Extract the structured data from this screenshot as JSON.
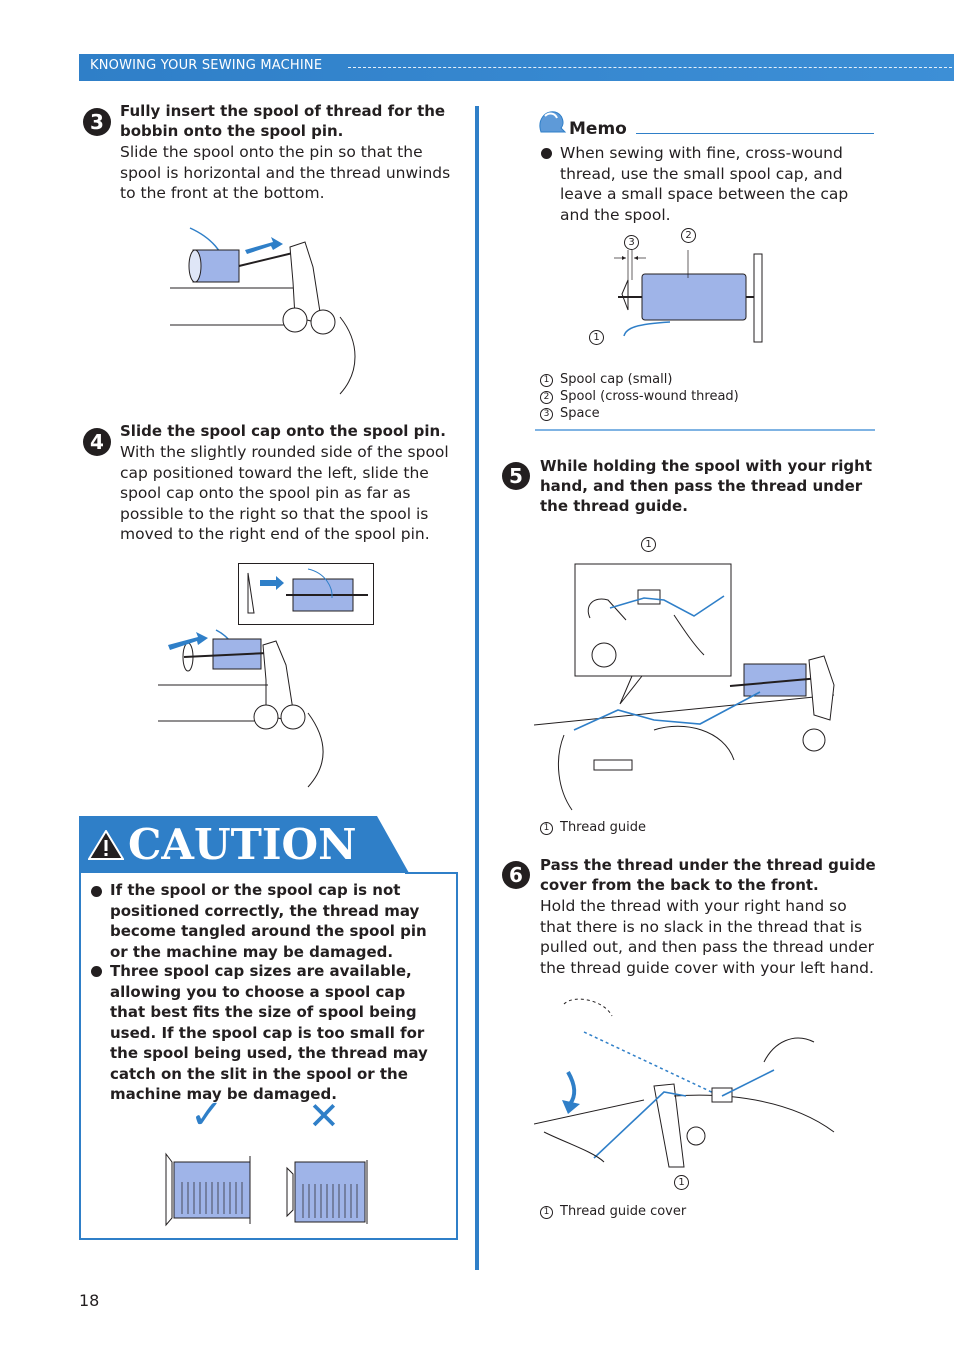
{
  "header": {
    "section": "KNOWING YOUR SEWING MACHINE"
  },
  "steps": [
    {
      "number": "3",
      "title": "Fully insert the spool of thread for the bobbin onto the spool pin.",
      "body": "Slide the spool onto the pin so that the spool is horizontal and the thread unwinds to the front at the bottom."
    },
    {
      "number": "4",
      "title": "Slide the spool cap onto the spool pin.",
      "body": "With the slightly rounded side of the spool cap positioned toward the left, slide the spool cap onto the spool pin as far as possible to the right so that the spool is moved to the right end of the spool pin."
    },
    {
      "number": "5",
      "title": "While holding the spool with your right hand, and then pass the thread under the thread guide."
    },
    {
      "number": "6",
      "title": "Pass the thread under the thread guide cover from the back to the front.",
      "body": "Hold the thread with your right hand so that there is no slack in the thread that is pulled out, and then pass the thread under the thread guide cover with your left hand."
    }
  ],
  "caution": {
    "title": "CAUTION",
    "items": [
      "If the spool or the spool cap is not positioned correctly, the thread may become tangled around the spool pin or the machine may be damaged.",
      "Three spool cap sizes are available, allowing you to choose a spool cap that best fits the size of spool being used. If the spool cap is too small for the spool being used, the thread may catch on the slit in the spool or the machine may be damaged."
    ],
    "correct_mark": "✓",
    "wrong_mark": "✕"
  },
  "memo": {
    "title": "Memo",
    "text": "When sewing with fine, cross-wound thread, use the small spool cap, and leave a small space between the cap and the spool.",
    "legend": [
      {
        "num": "1",
        "label": "Spool cap (small)"
      },
      {
        "num": "2",
        "label": "Spool (cross-wound thread)"
      },
      {
        "num": "3",
        "label": "Space"
      }
    ]
  },
  "fig5_legend": {
    "num": "1",
    "label": "Thread guide"
  },
  "fig6_legend": {
    "num": "1",
    "label": "Thread guide cover"
  },
  "page_number": "18",
  "colors": {
    "accent": "#2f7fc8",
    "spool": "#9fb4e8"
  }
}
